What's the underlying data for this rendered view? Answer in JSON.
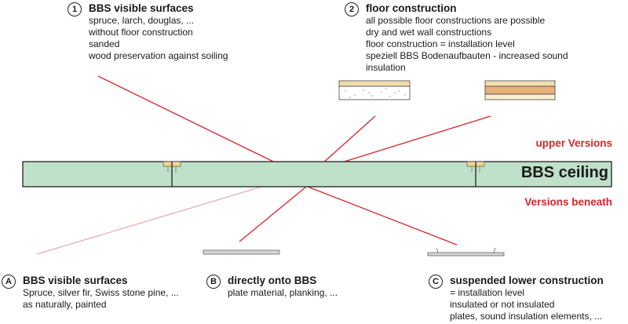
{
  "top_blocks": [
    {
      "badge": "1",
      "title": "BBS visible surfaces",
      "lines": [
        "spruce, larch, douglas, ...",
        "without floor construction",
        "sanded",
        "wood preservation against soiling"
      ]
    },
    {
      "badge": "2",
      "title": "floor construction",
      "lines": [
        "all possible floor constructions are possible",
        "dry and wet wall constructions",
        "floor construction = installation level",
        "speziell BBS Bodenaufbauten  - increased sound",
        "insulation"
      ]
    }
  ],
  "bottom_blocks": [
    {
      "badge": "A",
      "title": "BBS visible surfaces",
      "lines": [
        "Spruce, silver fir, Swiss stone pine, ...",
        "as naturally, painted"
      ]
    },
    {
      "badge": "B",
      "title": "directly onto BBS",
      "lines": [
        "plate material, planking, ..."
      ]
    },
    {
      "badge": "C",
      "title": "suspended lower construction",
      "lines": [
        "= installation level",
        "insulated or not insulated",
        "plates, sound insulation elements, ..."
      ]
    }
  ],
  "labels": {
    "upper": "upper Versions",
    "beneath": "Versions beneath",
    "ceiling": "BBS ceiling"
  },
  "colors": {
    "ceiling_fill": "#bfe0c9",
    "accent_red": "#d6252b",
    "outline": "#222222"
  }
}
